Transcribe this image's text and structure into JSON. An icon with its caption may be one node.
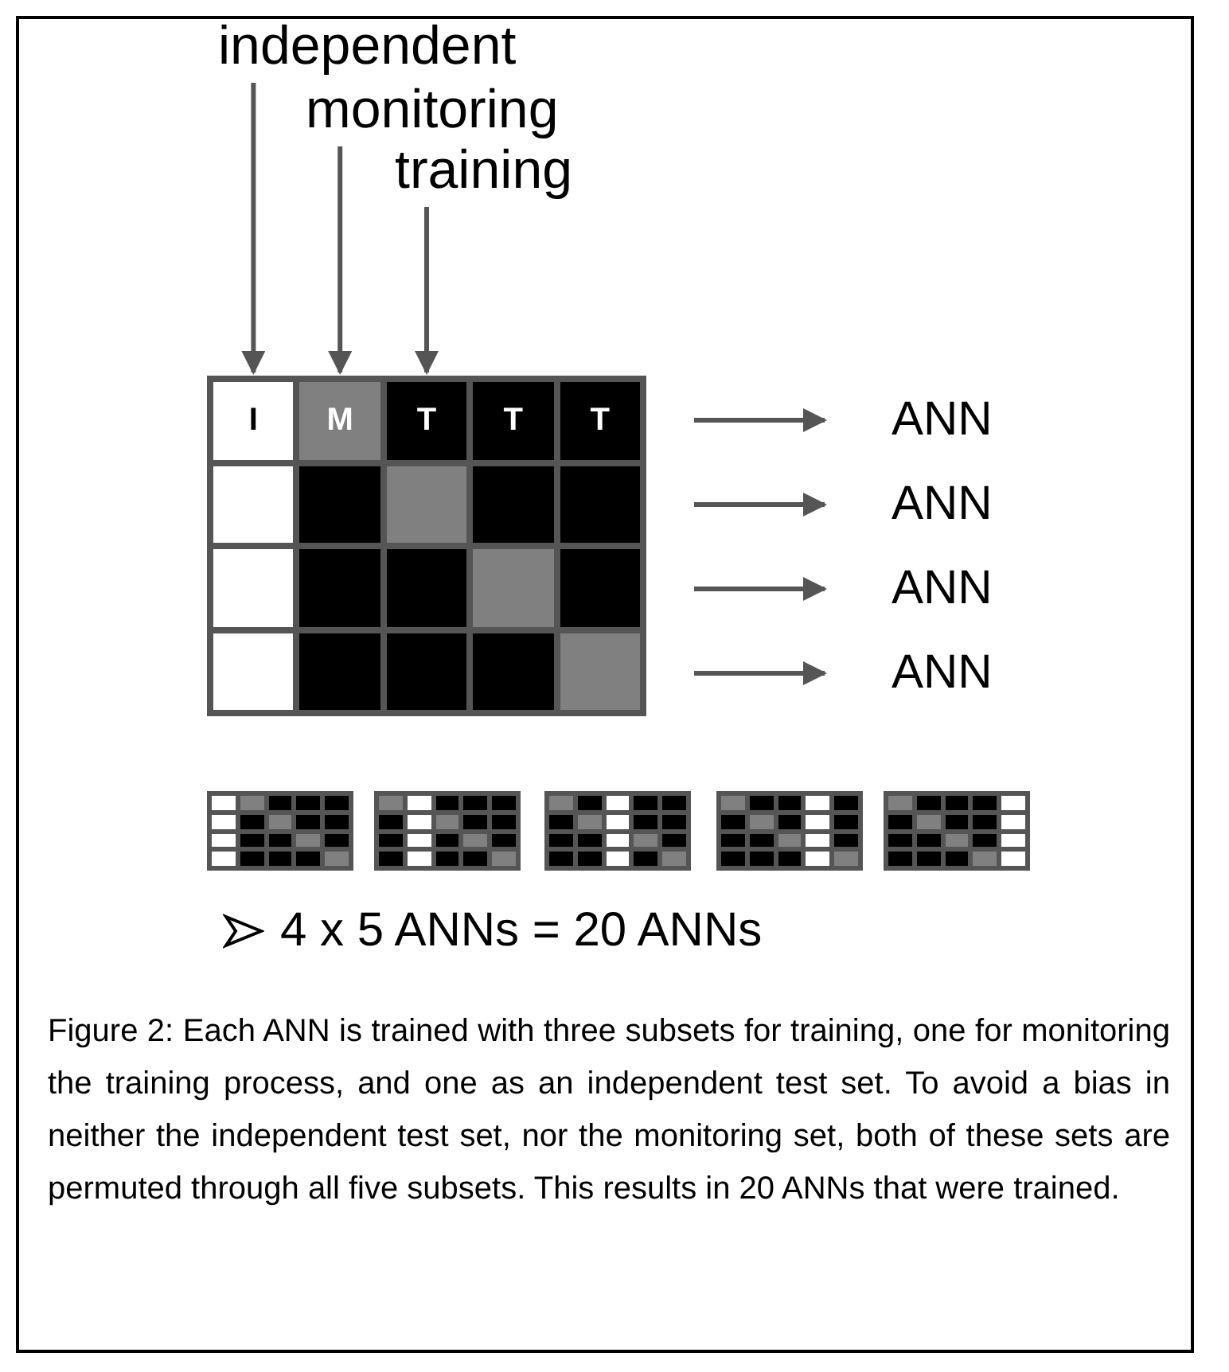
{
  "diagram": {
    "caption": "Figure 2: Each ANN is trained with three subsets for training, one for monitoring the training process, and one as an independent test set. To avoid a bias in neither the independent test set, nor the monitoring set, both of these sets are permuted through all five subsets. This results in 20 ANNs that were trained.",
    "nodes": [
      {
        "text": [
          "independent"
        ]
      },
      {
        "text": [
          "monitoring"
        ]
      },
      {
        "text": [
          "training"
        ]
      },
      {
        "text": [],
        "shape": "box"
      },
      {
        "text": [
          "I"
        ],
        "in": 3
      },
      {
        "text": [
          "M"
        ],
        "in": 3
      },
      {
        "text": [
          "T"
        ],
        "in": 3
      },
      {
        "text": [
          "T"
        ],
        "in": 3
      },
      {
        "text": [
          "T"
        ],
        "in": 3
      },
      {
        "text": [
          "ANN"
        ]
      },
      {
        "text": [
          "ANN"
        ]
      },
      {
        "text": [
          "ANN"
        ]
      },
      {
        "text": [
          "ANN"
        ]
      }
    ],
    "edges": [
      {
        "from": 0,
        "to": 4,
        "arrow": "to"
      },
      {
        "from": 1,
        "to": 5,
        "arrow": "to"
      },
      {
        "from": 2,
        "to": 6,
        "arrow": "to"
      },
      {
        "from": null,
        "to": 9,
        "arrow": "to"
      },
      {
        "from": null,
        "to": 10,
        "arrow": "to"
      },
      {
        "from": null,
        "to": 11,
        "arrow": "to"
      },
      {
        "from": null,
        "to": 12,
        "arrow": "to"
      }
    ],
    "labels": [
      "4 x 5 ANNs = 20 ANNs"
    ]
  }
}
